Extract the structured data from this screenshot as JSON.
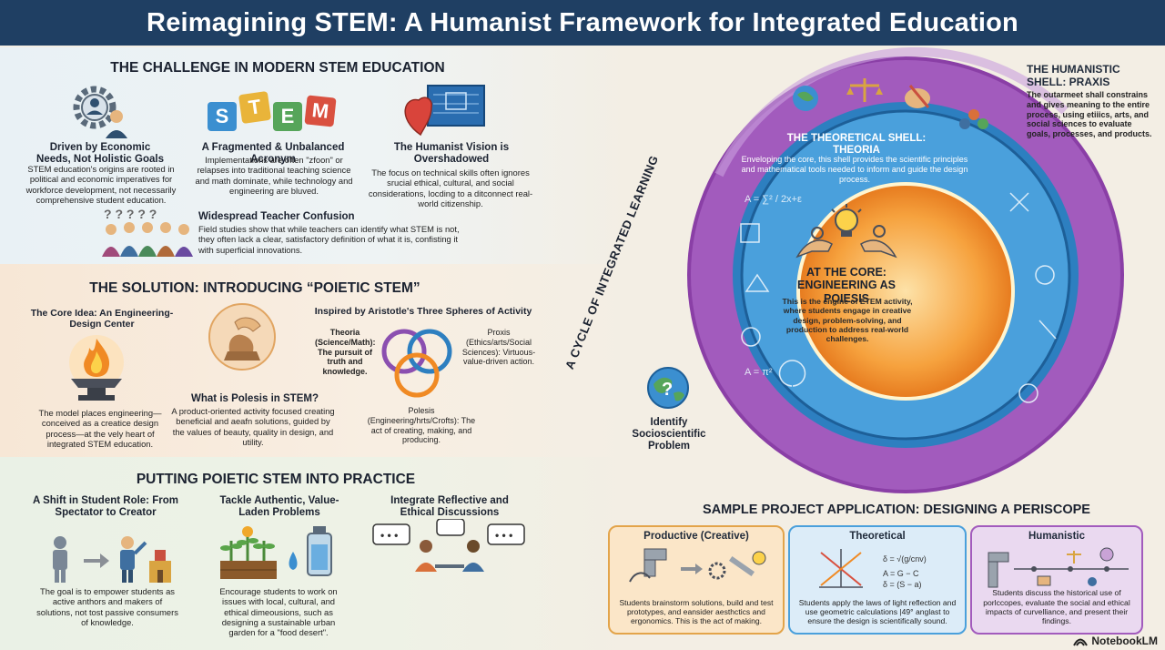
{
  "title": "Reimagining STEM: A Humanist Framework for Integrated Education",
  "challenge": {
    "heading": "THE CHALLENGE IN MODERN STEM EDUCATION",
    "items": [
      {
        "title": "Driven by Economic Needs, Not Holistic Goals",
        "text": "STEM education's origins are rooted in political and economic imperatives for workforce development, not necessarily comprehensive student education."
      },
      {
        "title": "A Fragmented & Unbalanced Acronym",
        "text": "Implementations are often \"zfoon\" or relapses into traditional teaching science and math dominate, while technology and engineering are bluved."
      },
      {
        "title": "The Humanist Vision is Overshadowed",
        "text": "The focus on technical skills often ignores srucial ethical, cultural, and social considerations, locding to a ditconnect real-world citizenship."
      },
      {
        "title": "Widespread Teacher Confusion",
        "text": "Field studies show that while teachers can identify what STEM is not, they often lack a clear, satisfactory definition of what it is, confisting it with superficial innovations."
      }
    ],
    "stem_letters": [
      "S",
      "T",
      "E",
      "M"
    ]
  },
  "solution": {
    "heading": "THE SOLUTION: INTRODUCING “POIETIC STEM”",
    "core_title": "The Core Idea: An Engineering-Design Center",
    "core_text": "The model places engineering—conceived as a creatice design process—at the vely heart of integrated STEM education.",
    "poiesis_title": "What is Polesis in STEM?",
    "poiesis_text": "A product-oriented activity focused creating beneficial and aeafn solutions, guided by the values of beauty, quality in design, and utility.",
    "spheres_title": "Inspired by Aristotle's Three Spheres of Activity",
    "theoria": "Theoria (Science/Math): The pursuit of truth and knowledge.",
    "proxis": "Proxis (Ethics/arts/Social Sciences): Virtuous-value-driven action.",
    "polesis": "Polesis (Engineering/hrts/Crofts): The act of creating, making, and producing."
  },
  "practice": {
    "heading": "PUTTING POIETIC STEM INTO PRACTICE",
    "items": [
      {
        "title": "A Shift in Student Role: From Spectator to Creator",
        "text": "The goal is to empower students as active anthors and makers of solutions, not tost passive consumers of knowledge."
      },
      {
        "title": "Tackle Authentic, Value-Laden Problems",
        "text": "Encourage students to work on issues with local, cultural, and ethical dimeousions, such as designing a sustainable urban garden for a \"food desert\"."
      },
      {
        "title": "Integrate Reflective and Ethical Discussions",
        "text": ""
      }
    ]
  },
  "framework": {
    "cycle_label": "A CYCLE OF INTEGRATED LEARNING",
    "praxis_title": "THE HUMANISTIC SHELL: PRAXIS",
    "praxis_text": "The outarmeet shall constrains and gives meaning to the entire process, using etiiics, arts, and social sciences to evaluate goals, processes, and products.",
    "theoria_title": "THE THEORETICAL SHELL: THEORIA",
    "theoria_text": "Enveloping the core, this shell provides the scientific principles and mathematical tools needed to inform and guide the design process.",
    "core_title": "AT THE CORE: ENGINEERING AS POIESIS",
    "core_text": "This is the engine of ETEM activity, where students engage in creative design, problem-solving, and production to address real-world challenges.",
    "identify": "Identify Socioscientific Problem"
  },
  "project": {
    "heading": "SAMPLE PROJECT APPLICATION: DESIGNING A PERISCOPE",
    "cards": [
      {
        "title": "Productive (Creative)",
        "text": "Students brainstorm solutions, build and test prototypes, and eansider aesthctics and ergonomics. This is the act of making."
      },
      {
        "title": "Theoretical",
        "text": "Students apply the laws of light reflection and use geometric calculations |49° anglast to ensure the design is scientifically sound."
      },
      {
        "title": "Humanistic",
        "text": "Students discuss the historical use of porlccopes, evaluate the social and ethical impacts of curvelliance, and present their findings."
      }
    ]
  },
  "brand": "NotebookLM",
  "colors": {
    "header": "#1f3f63",
    "praxis": "#8a3fa6",
    "theoria": "#2d7fc0",
    "core": "#f08a24"
  }
}
